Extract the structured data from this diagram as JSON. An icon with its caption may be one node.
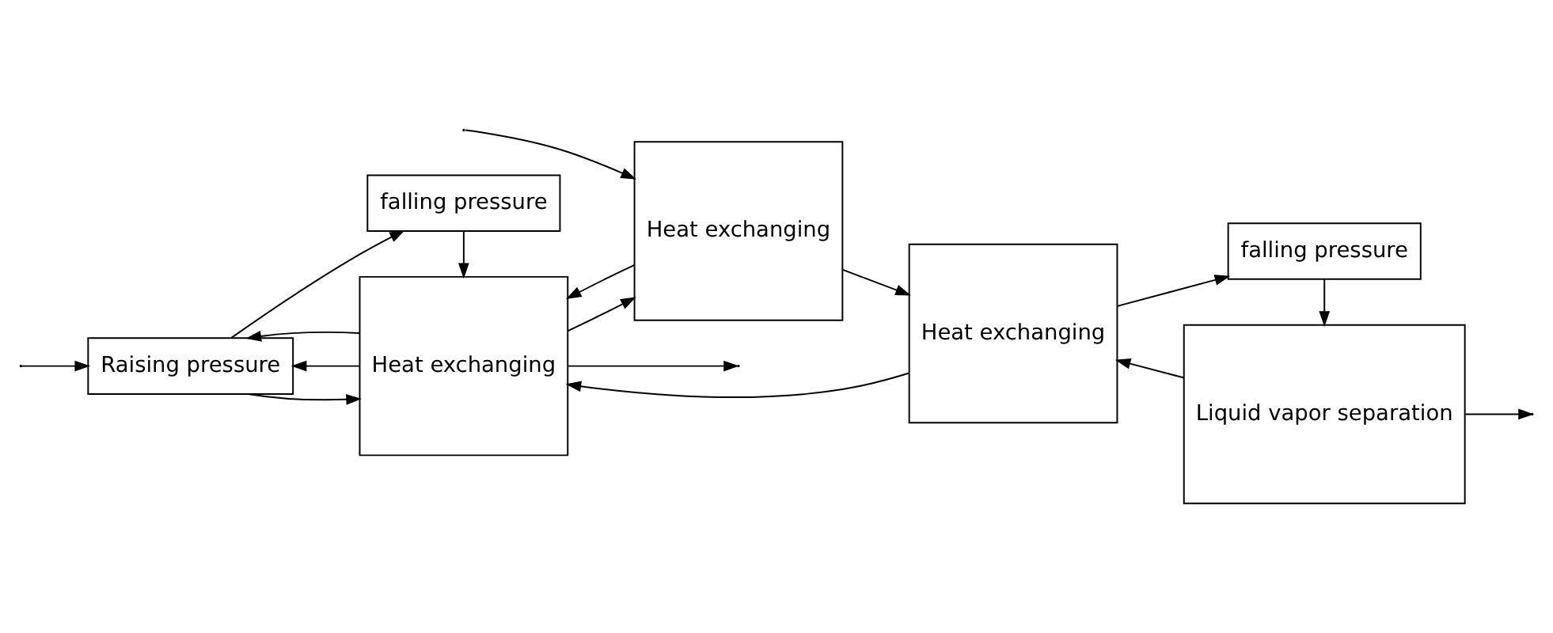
{
  "diagram": {
    "nodes": [
      {
        "text": [
          "Raising pressure"
        ]
      },
      {
        "text": [
          "falling pressure"
        ]
      },
      {
        "text": [
          "Heat exchanging"
        ]
      },
      {
        "text": [
          "Heat exchanging"
        ]
      },
      {
        "text": [
          "Heat exchanging"
        ]
      },
      {
        "text": [
          "falling pressure"
        ]
      },
      {
        "text": [
          "Liquid vapor separation"
        ]
      }
    ],
    "edges": [
      {
        "from": null,
        "to": 0,
        "arrow": "to"
      },
      {
        "from": 0,
        "to": 2,
        "arrow": "to"
      },
      {
        "from": 0,
        "to": 1,
        "arrow": "to"
      },
      {
        "from": 1,
        "to": 2,
        "arrow": "to"
      },
      {
        "from": 2,
        "to": 0,
        "arrow": "to"
      },
      {
        "from": 2,
        "to": 0,
        "arrow": "to"
      },
      {
        "from": 2,
        "to": null,
        "arrow": "to"
      },
      {
        "from": 2,
        "to": 3,
        "arrow": "to"
      },
      {
        "from": 3,
        "to": 2,
        "arrow": "to"
      },
      {
        "from": null,
        "to": 3,
        "arrow": "to"
      },
      {
        "from": 4,
        "to": 2,
        "arrow": "to"
      },
      {
        "from": 3,
        "to": 4,
        "arrow": "to"
      },
      {
        "from": 4,
        "to": 5,
        "arrow": "to"
      },
      {
        "from": 5,
        "to": 6,
        "arrow": "to"
      },
      {
        "from": 6,
        "to": 4,
        "arrow": "to"
      },
      {
        "from": 6,
        "to": null,
        "arrow": "to"
      }
    ]
  }
}
